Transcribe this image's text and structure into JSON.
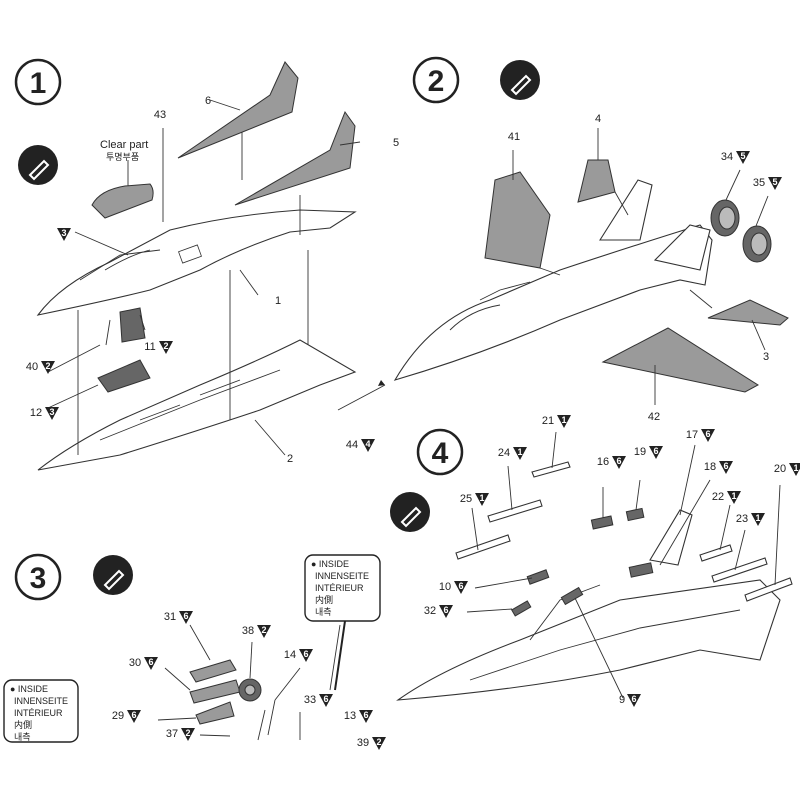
{
  "steps": [
    "1",
    "2",
    "3",
    "4"
  ],
  "clear_part": {
    "en": "Clear part",
    "ko": "투명부품"
  },
  "inside_notes": {
    "lines": [
      "● INSIDE",
      "INNENSEITE",
      "INTÉRIEUR",
      "内側",
      "내측"
    ]
  },
  "callouts": [
    {
      "id": "c6",
      "num": "6",
      "tri": ""
    },
    {
      "id": "c43",
      "num": "43",
      "tri": ""
    },
    {
      "id": "c5a",
      "num": "5",
      "tri": ""
    },
    {
      "id": "c1",
      "num": "1",
      "tri": ""
    },
    {
      "id": "c3a",
      "num": "",
      "tri": "3"
    },
    {
      "id": "c11",
      "num": "11",
      "tri": "2"
    },
    {
      "id": "c40",
      "num": "40",
      "tri": "2"
    },
    {
      "id": "c12",
      "num": "12",
      "tri": "3"
    },
    {
      "id": "c2",
      "num": "2",
      "tri": ""
    },
    {
      "id": "c44",
      "num": "44",
      "tri": "4"
    },
    {
      "id": "c41",
      "num": "41",
      "tri": ""
    },
    {
      "id": "c4",
      "num": "4",
      "tri": ""
    },
    {
      "id": "c34",
      "num": "34",
      "tri": "5"
    },
    {
      "id": "c35",
      "num": "35",
      "tri": "5"
    },
    {
      "id": "c3b",
      "num": "3",
      "tri": ""
    },
    {
      "id": "c42",
      "num": "42",
      "tri": ""
    },
    {
      "id": "c21",
      "num": "21",
      "tri": "1"
    },
    {
      "id": "c17",
      "num": "17",
      "tri": "6"
    },
    {
      "id": "c24",
      "num": "24",
      "tri": "1"
    },
    {
      "id": "c16",
      "num": "16",
      "tri": "6"
    },
    {
      "id": "c19",
      "num": "19",
      "tri": "6"
    },
    {
      "id": "c18",
      "num": "18",
      "tri": "6"
    },
    {
      "id": "c20",
      "num": "20",
      "tri": "1"
    },
    {
      "id": "c25",
      "num": "25",
      "tri": "1"
    },
    {
      "id": "c22",
      "num": "22",
      "tri": "1"
    },
    {
      "id": "c23",
      "num": "23",
      "tri": "1"
    },
    {
      "id": "c10",
      "num": "10",
      "tri": "6"
    },
    {
      "id": "c32",
      "num": "32",
      "tri": "6"
    },
    {
      "id": "c9",
      "num": "9",
      "tri": "6"
    },
    {
      "id": "c31",
      "num": "31",
      "tri": "6"
    },
    {
      "id": "c38",
      "num": "38",
      "tri": "2"
    },
    {
      "id": "c14",
      "num": "14",
      "tri": "6"
    },
    {
      "id": "c30",
      "num": "30",
      "tri": "6"
    },
    {
      "id": "c33",
      "num": "33",
      "tri": "6"
    },
    {
      "id": "c13",
      "num": "13",
      "tri": "6"
    },
    {
      "id": "c29",
      "num": "29",
      "tri": "6"
    },
    {
      "id": "c37",
      "num": "37",
      "tri": "2"
    },
    {
      "id": "c39",
      "num": "39",
      "tri": "2"
    }
  ]
}
